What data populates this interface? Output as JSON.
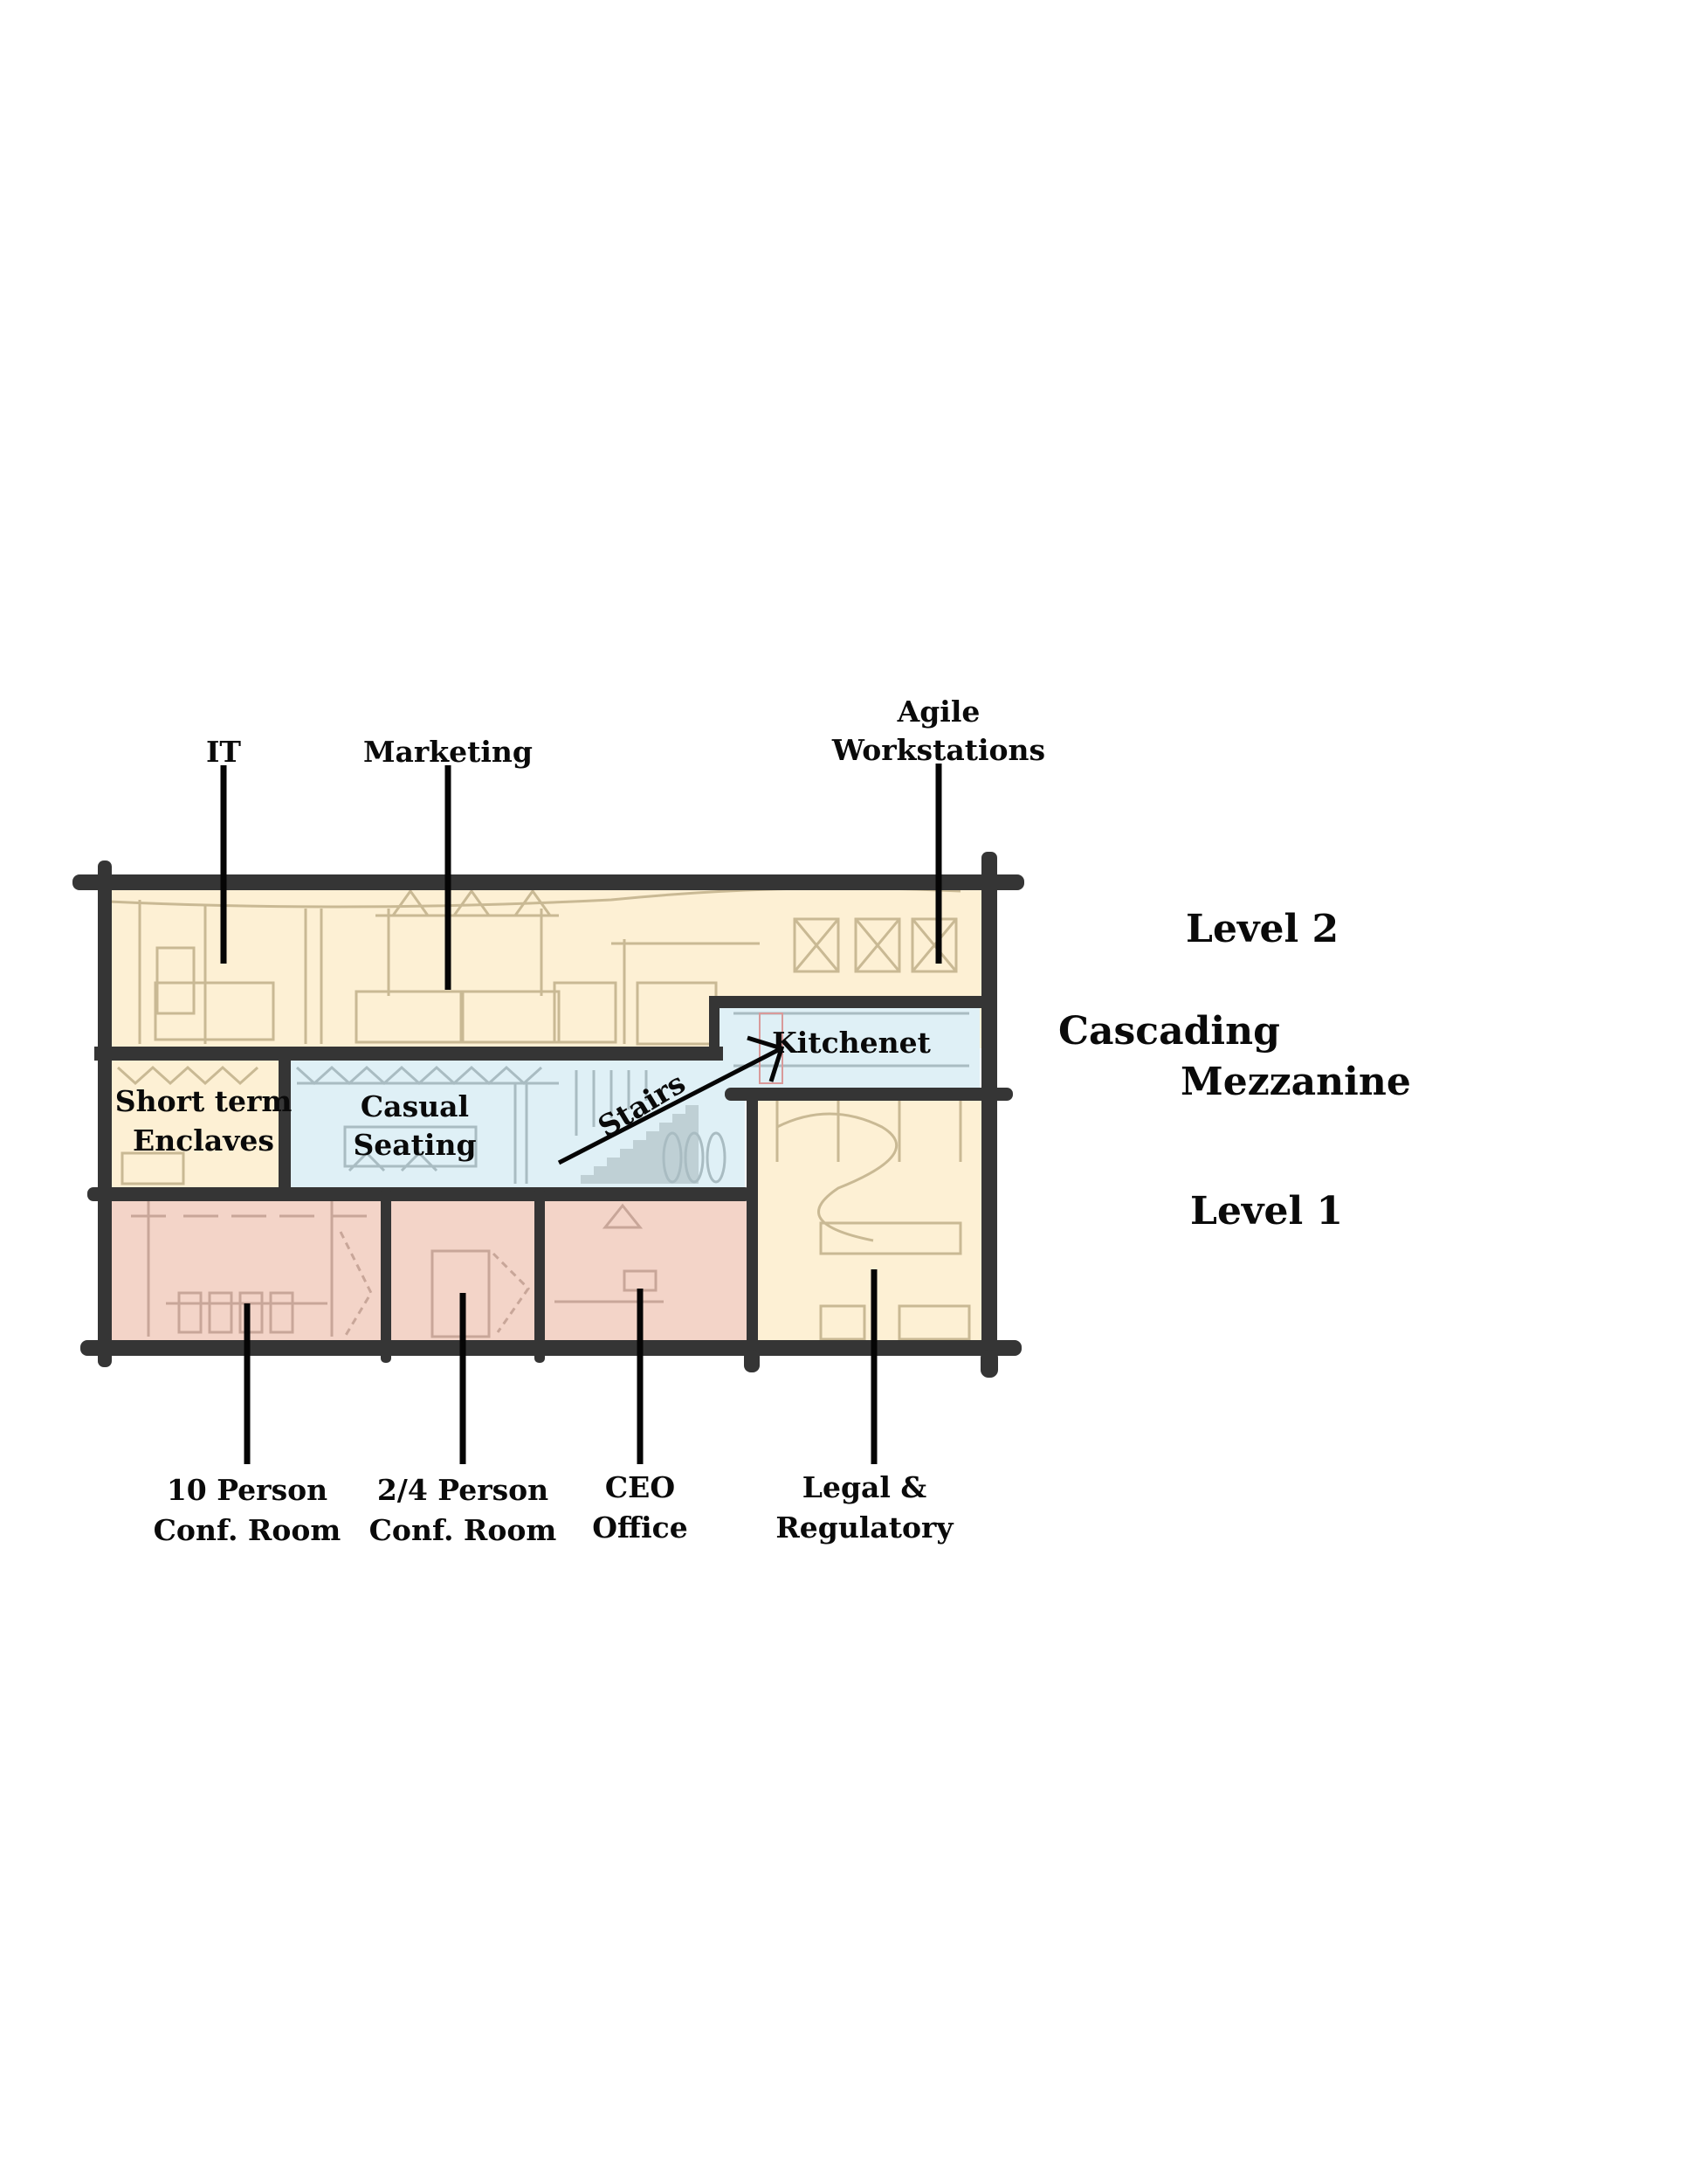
{
  "diagram": {
    "type": "building-section",
    "colors": {
      "background": "#ffffff",
      "wall": "#353535",
      "level2_fill": "#fdf0d4",
      "mezzanine_blue_fill": "#dff0f6",
      "level1_pink_fill": "#f3d4c8",
      "enclave_fill": "#fdf0d4",
      "legal_fill": "#fdf0d4",
      "text": "#0a0a0a"
    },
    "top_labels": {
      "it": "IT",
      "marketing": "Marketing",
      "agile_line1": "Agile",
      "agile_line2": "Workstations"
    },
    "room_labels": {
      "short_term_line1": "Short term",
      "short_term_line2": "Enclaves",
      "casual_line1": "Casual",
      "casual_line2": "Seating",
      "stairs": "Stairs",
      "kitchenette": "Kitchenet"
    },
    "bottom_labels": {
      "conf10_line1": "10 Person",
      "conf10_line2": "Conf. Room",
      "conf24_line1": "2/4 Person",
      "conf24_line2": "Conf. Room",
      "ceo_line1": "CEO",
      "ceo_line2": "Office",
      "legal_line1": "Legal &",
      "legal_line2": "Regulatory"
    },
    "level_labels": {
      "level2": "Level 2",
      "mezz_line1": "Cascading",
      "mezz_line2": "Mezzanine",
      "level1": "Level 1"
    }
  }
}
